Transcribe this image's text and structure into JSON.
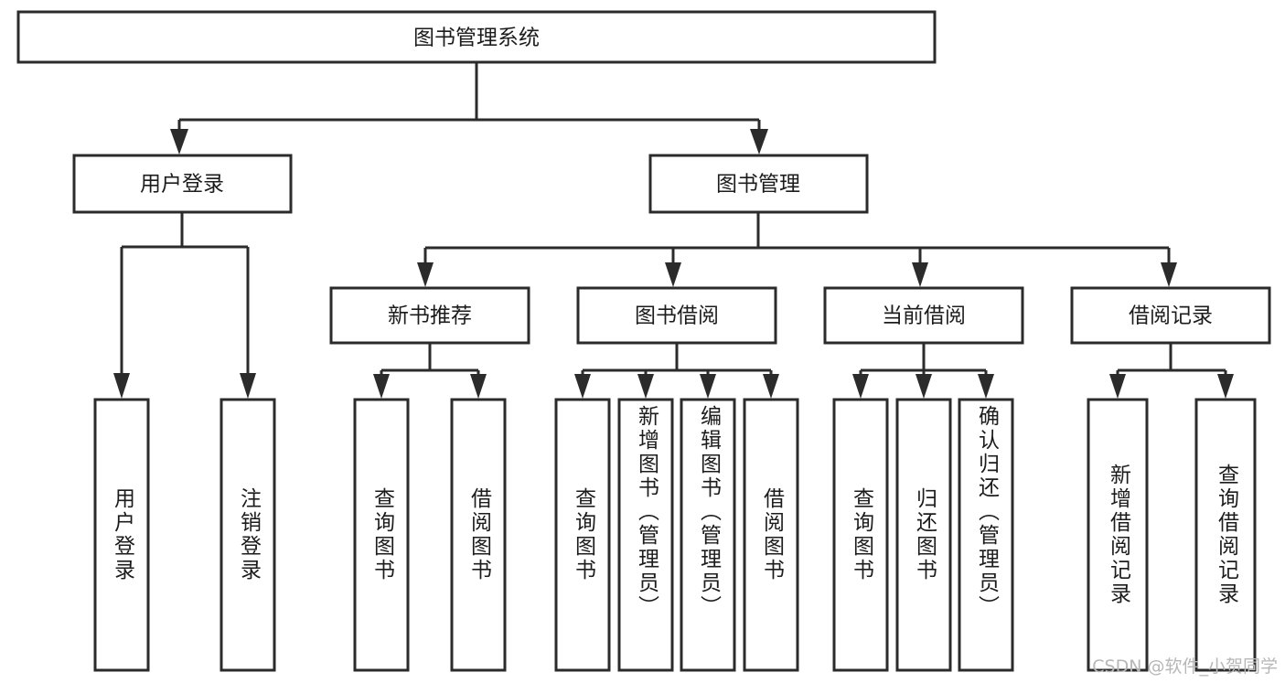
{
  "diagram": {
    "type": "tree",
    "title": "图书管理系统",
    "orientation": "top-down",
    "edge_style": "orthogonal-arrow",
    "colors": {
      "box_stroke": "#2b2b2b",
      "box_fill": "#ffffff",
      "text": "#1c1c1c",
      "background": "#ffffff",
      "watermark": "#b7b7b7"
    },
    "root": {
      "label": "图书管理系统"
    },
    "level2": [
      {
        "label": "用户登录"
      },
      {
        "label": "图书管理"
      }
    ],
    "level3": [
      {
        "label": "新书推荐"
      },
      {
        "label": "图书借阅"
      },
      {
        "label": "当前借阅"
      },
      {
        "label": "借阅记录"
      }
    ],
    "leaves": {
      "user_login": [
        {
          "label": "用户登录"
        },
        {
          "label": "注销登录"
        }
      ],
      "new_book_recommend": [
        {
          "label": "查询图书"
        },
        {
          "label": "借阅图书"
        }
      ],
      "book_borrow": [
        {
          "label": "查询图书"
        },
        {
          "label": "新增图书（管理员）"
        },
        {
          "label": "编辑图书（管理员）"
        },
        {
          "label": "借阅图书"
        }
      ],
      "current_borrow": [
        {
          "label": "查询图书"
        },
        {
          "label": "归还图书"
        },
        {
          "label": "确认归还（管理员）"
        }
      ],
      "borrow_record": [
        {
          "label": "新增借阅记录"
        },
        {
          "label": "查询借阅记录"
        }
      ]
    }
  },
  "watermark": {
    "text": "CSDN @软件_小贺同学"
  }
}
